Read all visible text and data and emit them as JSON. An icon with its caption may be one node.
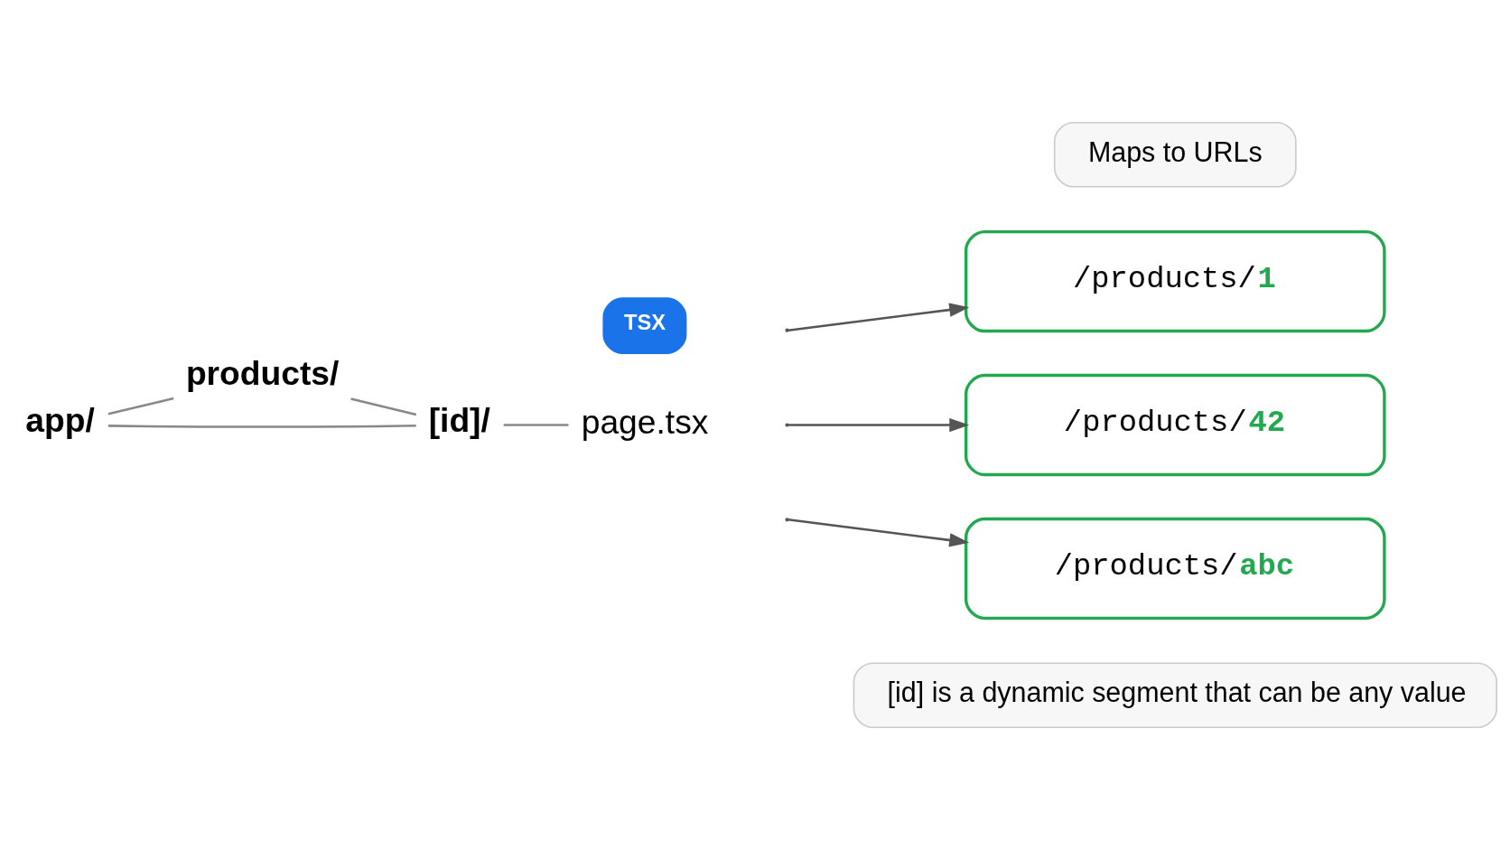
{
  "diagram": {
    "nodes": [
      {
        "text": [
          "app/"
        ]
      },
      {
        "text": [
          "products/"
        ]
      },
      {
        "text": [
          "[id]/"
        ]
      },
      {
        "text": [
          "page.tsx"
        ]
      },
      {
        "text": [
          "Maps to URLs"
        ]
      },
      {
        "text": [
          "/products/**1**"
        ]
      },
      {
        "text": [
          "/products/**42**"
        ]
      },
      {
        "text": [
          "/products/**abc**"
        ]
      },
      {
        "text": [
          "[id] is a dynamic segment that can be any value"
        ]
      }
    ],
    "edges": [
      {
        "from": 0,
        "to": 1,
        "arrow": "none"
      },
      {
        "from": 1,
        "to": 2,
        "arrow": "none"
      },
      {
        "from": 0,
        "to": 2,
        "arrow": "none"
      },
      {
        "from": 2,
        "to": 3,
        "arrow": "none"
      },
      {
        "from": null,
        "to": 5,
        "arrow": "to"
      },
      {
        "from": null,
        "to": 6,
        "arrow": "to"
      },
      {
        "from": null,
        "to": 7,
        "arrow": "to"
      }
    ],
    "labels": [
      "TSX"
    ]
  }
}
